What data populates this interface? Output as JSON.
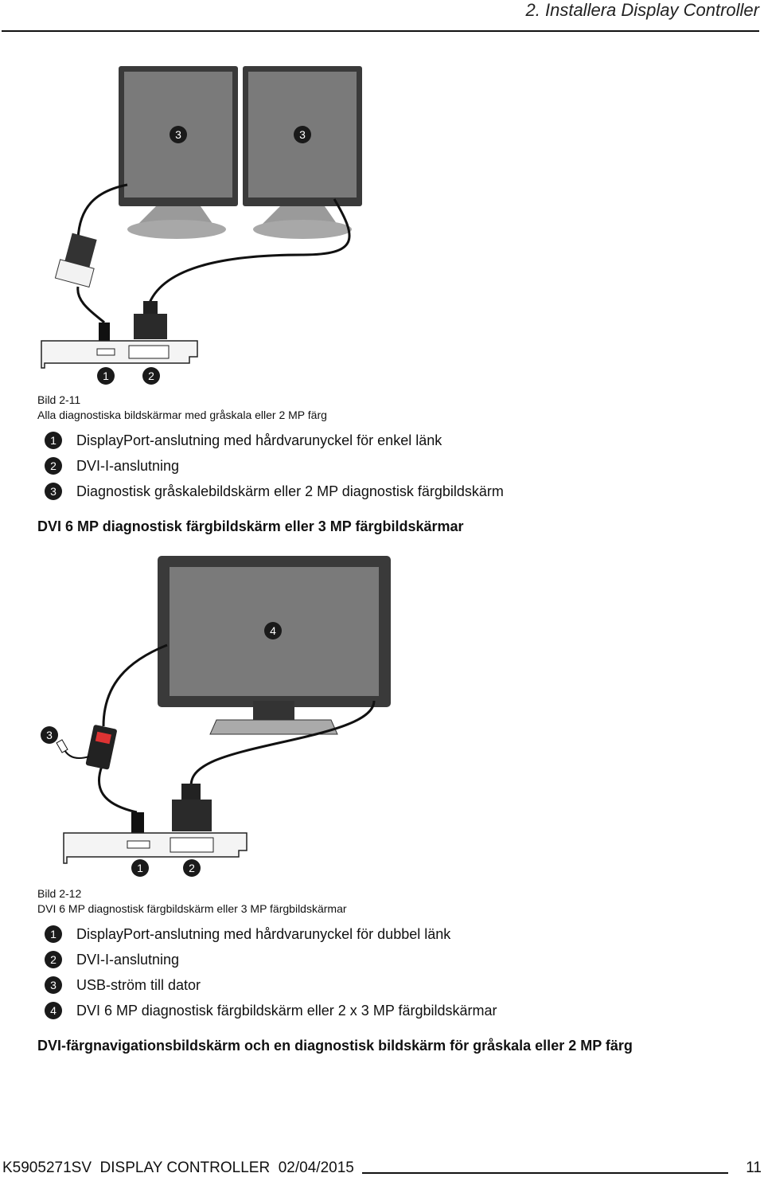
{
  "header": {
    "title": "2.  Installera Display Controller"
  },
  "figure1": {
    "callouts": [
      "3",
      "3",
      "1",
      "2"
    ],
    "caption_number": "Bild 2-11",
    "caption_text": "Alla diagnostiska bildskärmar med gråskala eller 2 MP färg",
    "items": [
      {
        "num": "1",
        "text": "DisplayPort-anslutning med hårdvarunyckel för enkel länk"
      },
      {
        "num": "2",
        "text": "DVI-I-anslutning"
      },
      {
        "num": "3",
        "text": "Diagnostisk gråskalebildskärm eller 2 MP diagnostisk färgbildskärm"
      }
    ]
  },
  "section_heading_1": "DVI 6 MP diagnostisk färgbildskärm eller 3 MP färgbildskärmar",
  "figure2": {
    "callouts": [
      "4",
      "3",
      "1",
      "2"
    ],
    "caption_number": "Bild 2-12",
    "caption_text": "DVI 6 MP diagnostisk färgbildskärm eller 3 MP färgbildskärmar",
    "items": [
      {
        "num": "1",
        "text": "DisplayPort-anslutning med hårdvarunyckel för dubbel länk"
      },
      {
        "num": "2",
        "text": "DVI-I-anslutning"
      },
      {
        "num": "3",
        "text": "USB-ström till dator"
      },
      {
        "num": "4",
        "text": "DVI 6 MP diagnostisk färgbildskärm eller 2 x 3 MP färgbildskärmar"
      }
    ]
  },
  "section_heading_2": "DVI-färgnavigationsbildskärm och en diagnostisk bildskärm för gråskala eller 2 MP färg",
  "footer": {
    "doc": "K5905271SV  DISPLAY CONTROLLER  02/04/2015",
    "page": "11"
  }
}
